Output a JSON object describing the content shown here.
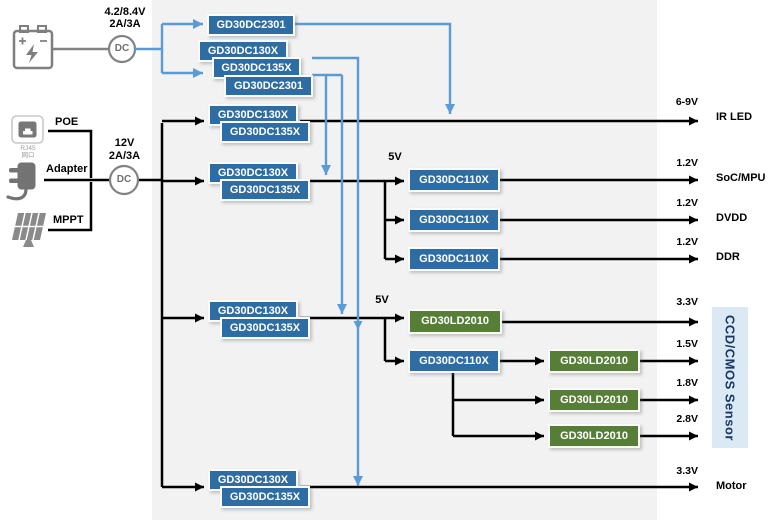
{
  "diagram": {
    "battery_rail": {
      "voltage": "4.2/8.4V",
      "current": "2A/3A",
      "converter": "DC"
    },
    "main_rail": {
      "voltage": "12V",
      "current": "2A/3A",
      "converter": "DC"
    },
    "inputs": {
      "poe": "POE",
      "adapter": "Adapter",
      "mppt": "MPPT",
      "rj45_caption_line1": "RJ45",
      "rj45_caption_line2": "网口"
    },
    "rails": {
      "rail_5v_a": "5V",
      "rail_5v_b": "5V"
    },
    "chips": {
      "s1": [
        "GD30DC2301",
        "GD30DC130X",
        "GD30DC135X",
        "GD30DC2301"
      ],
      "s2": [
        "GD30DC130X",
        "GD30DC135X"
      ],
      "s3": [
        "GD30DC130X",
        "GD30DC135X"
      ],
      "s4": [
        "GD30DC130X",
        "GD30DC135X"
      ],
      "s5": [
        "GD30DC130X",
        "GD30DC135X"
      ],
      "buck110x": [
        "GD30DC110X",
        "GD30DC110X",
        "GD30DC110X",
        "GD30DC110X"
      ],
      "ldo2010": [
        "GD30LD2010",
        "GD30LD2010",
        "GD30LD2010",
        "GD30LD2010"
      ]
    },
    "outputs": {
      "ir_led": {
        "voltage": "6-9V",
        "target": "IR LED"
      },
      "soc": {
        "voltage": "1.2V",
        "target": "SoC/MPU"
      },
      "dvdd": {
        "voltage": "1.2V",
        "target": "DVDD"
      },
      "ddr": {
        "voltage": "1.2V",
        "target": "DDR"
      },
      "sensor_33": {
        "voltage": "3.3V"
      },
      "sensor_15": {
        "voltage": "1.5V"
      },
      "sensor_18": {
        "voltage": "1.8V"
      },
      "sensor_28": {
        "voltage": "2.8V"
      },
      "motor": {
        "voltage": "3.3V",
        "target": "Motor"
      }
    },
    "sensor_label": "CCD/CMOS Sensor",
    "icons": [
      "battery-icon",
      "rj45-icon",
      "power-adapter-icon",
      "solar-panel-icon"
    ],
    "colors": {
      "chip_blue": "#2e6da4",
      "chip_green": "#567e37",
      "line_blue": "#5b9bd5",
      "line_black": "#000000",
      "panel_gray": "#f2f2f2",
      "sensor_bg": "#dbe9f5",
      "sensor_text": "#17375e",
      "icon_gray": "#7f7f7f"
    }
  }
}
